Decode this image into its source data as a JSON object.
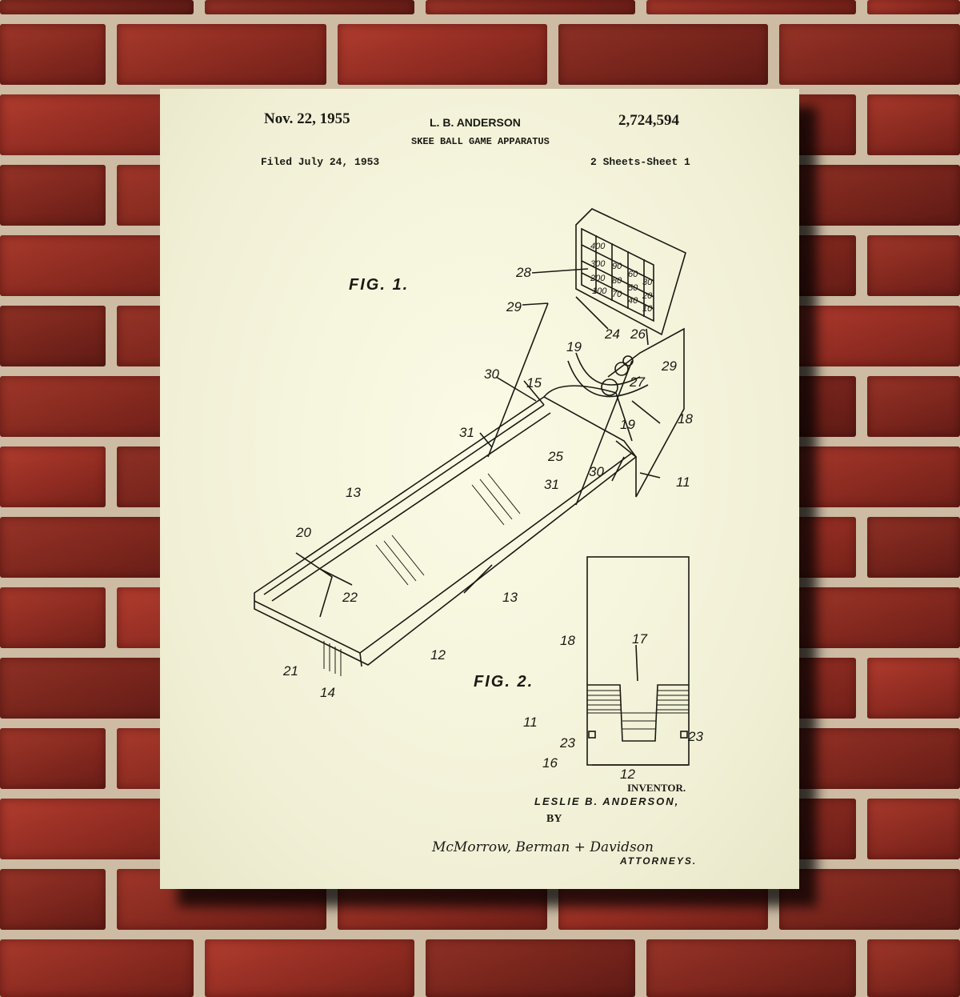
{
  "colors": {
    "brick": "#8a2a20",
    "mortar": "#cdbba3",
    "paper": "#f4f3da",
    "ink": "#1a1a14"
  },
  "header": {
    "date": "Nov. 22, 1955",
    "inventor_header": "L. B. ANDERSON",
    "patent_number": "2,724,594",
    "title": "SKEE BALL GAME APPARATUS",
    "filed": "Filed July 24, 1953",
    "sheets": "2 Sheets-Sheet 1"
  },
  "figures": {
    "fig1": "FIG. 1.",
    "fig2": "FIG. 2."
  },
  "fig1_labels": [
    "28",
    "29",
    "24",
    "26",
    "19",
    "29",
    "30",
    "15",
    "27",
    "18",
    "31",
    "25",
    "19",
    "30",
    "31",
    "11",
    "13",
    "20",
    "22",
    "13",
    "12",
    "21",
    "14"
  ],
  "fig2_labels": [
    "18",
    "17",
    "11",
    "23",
    "23",
    "16",
    "12"
  ],
  "scoreboard": [
    "400",
    "300",
    "200",
    "100",
    "90",
    "80",
    "70",
    "60",
    "50",
    "40",
    "30",
    "20",
    "10"
  ],
  "footer": {
    "inventor_label": "INVENTOR.",
    "inventor_name": "LESLIE B. ANDERSON,",
    "by": "BY",
    "attorney_signature": "McMorrow, Berman + Davidson",
    "attorneys_label": "ATTORNEYS."
  }
}
